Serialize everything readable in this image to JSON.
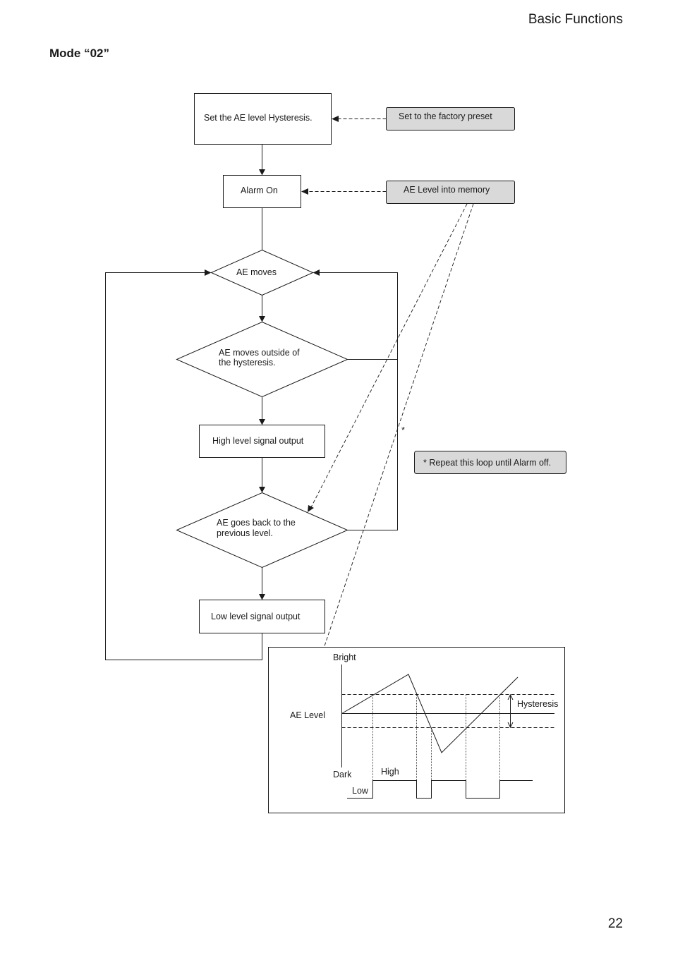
{
  "header": {
    "section_title": "Basic Functions",
    "mode_title": "Mode “02”",
    "page_number": "22"
  },
  "flow": {
    "set_hysteresis": "Set the AE level Hysteresis.",
    "factory_preset": "Set to the factory preset",
    "alarm_on": "Alarm On",
    "ae_memory": "AE Level into memory",
    "ae_moves": "AE moves",
    "outside_line1": "AE moves outside of",
    "outside_line2": "the hysteresis.",
    "high_output": "High level signal output",
    "back_line1": "AE goes back to the",
    "back_line2": "previous level.",
    "low_output": "Low level signal output",
    "loop_mark": "*",
    "loop_note": "* Repeat this loop until Alarm off."
  },
  "timing": {
    "bright": "Bright",
    "dark": "Dark",
    "ae_level": "AE Level",
    "hysteresis": "Hysteresis",
    "high": "High",
    "low": "Low"
  }
}
